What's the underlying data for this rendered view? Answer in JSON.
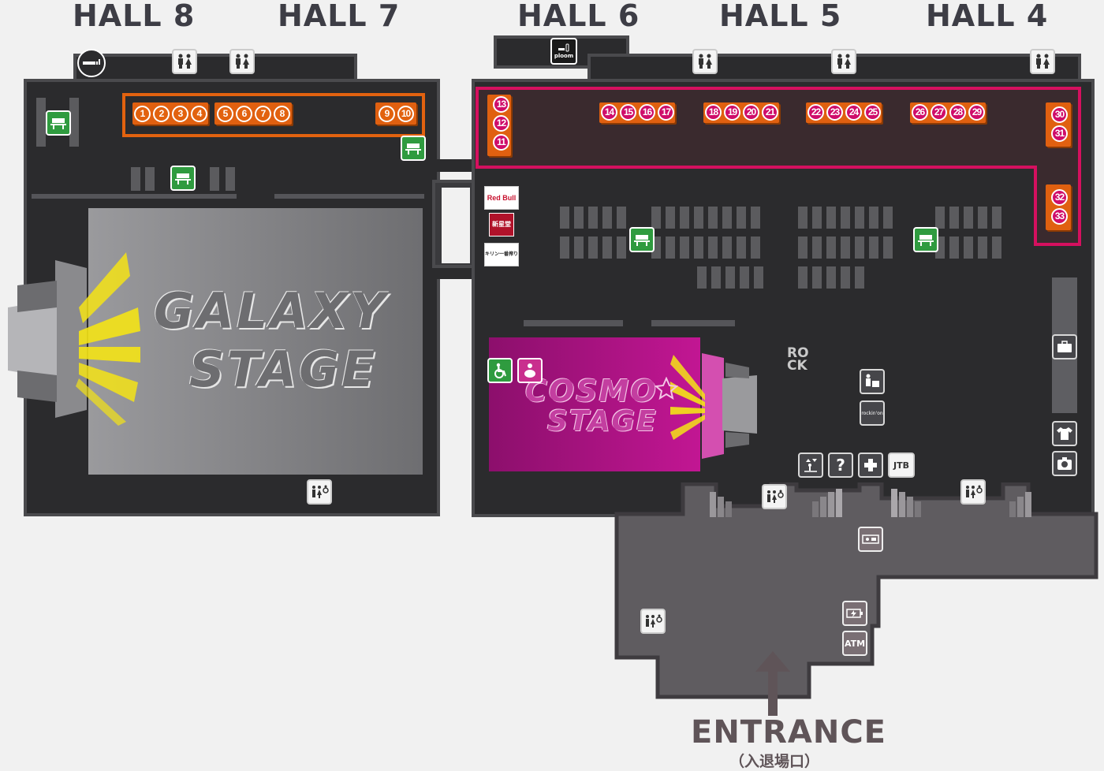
{
  "halls": [
    "HALL 8",
    "HALL 7",
    "HALL 6",
    "HALL 5",
    "HALL 4"
  ],
  "stages": {
    "galaxy": [
      "GALAXY",
      "STAGE"
    ],
    "cosmo": [
      "COSMO",
      "STAGE"
    ]
  },
  "booths": {
    "orange": [
      "1",
      "2",
      "3",
      "4",
      "5",
      "6",
      "7",
      "8",
      "9",
      "10"
    ],
    "pink": [
      "11",
      "12",
      "13",
      "14",
      "15",
      "16",
      "17",
      "18",
      "19",
      "20",
      "21",
      "22",
      "23",
      "24",
      "25",
      "26",
      "27",
      "28",
      "29",
      "30",
      "31",
      "32",
      "33"
    ]
  },
  "sponsors": [
    "Red Bull",
    "新星堂",
    "キリン一番搾り"
  ],
  "labels": {
    "rock": "RO CK",
    "rockinon": "rockin'on",
    "jtb": "JTB",
    "atm": "ATM",
    "help": "?",
    "ploom": "ploom",
    "entrance": "ENTRANCE",
    "entrance_jp": "（入退場口）"
  },
  "colors": {
    "floor": "#2b2b2d",
    "orange_zone": "#e2620f",
    "pink_zone": "#d5105f",
    "galaxy_stage": "#8f8f92",
    "cosmo_stage": "#b0128a",
    "entrance_area": "#5f5c60",
    "amenity_green": "#2f9b3f"
  },
  "icon_names": [
    "smoking-area-icon",
    "restroom-icon",
    "bench-icon",
    "nursing-room-icon",
    "wheelchair-icon",
    "multipurpose-restroom-icon",
    "cloakroom-icon",
    "tshirt-shop-icon",
    "photo-booth-icon",
    "first-aid-icon",
    "information-icon",
    "charging-icon",
    "elevator-icon",
    "ticket-icon"
  ]
}
